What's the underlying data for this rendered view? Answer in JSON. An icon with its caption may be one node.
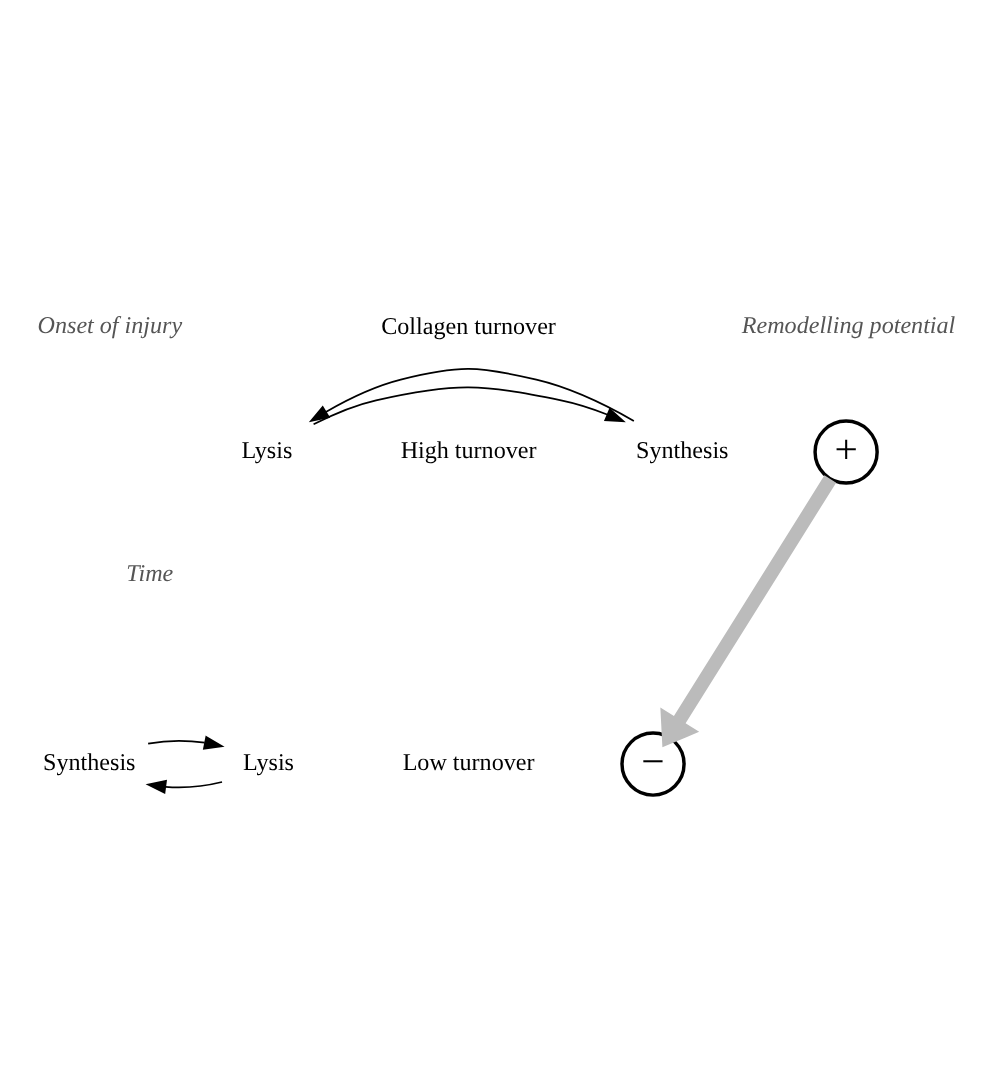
{
  "diagram": {
    "nodes": [
      {
        "text": [
          "Lysis"
        ]
      },
      {
        "text": [
          "Synthesis"
        ]
      },
      {
        "text": [
          "Lysis"
        ]
      },
      {
        "text": [
          "Synthesis"
        ]
      },
      {
        "text": [
          "+"
        ]
      },
      {
        "text": [
          "−"
        ]
      }
    ],
    "edges": [
      {
        "from": 0,
        "to": 1,
        "arrow": "to"
      },
      {
        "from": 1,
        "to": 0,
        "arrow": "to"
      },
      {
        "from": 2,
        "to": 3,
        "arrow": "to"
      },
      {
        "from": 3,
        "to": 2,
        "arrow": "to"
      },
      {
        "from": 4,
        "to": 5,
        "arrow": "to",
        "style": "thick",
        "color": "#bbbbbb"
      }
    ],
    "labels": [
      "Onset of injury",
      "Collagen turnover",
      "Remodelling potential",
      "High turnover",
      "Time",
      "Low turnover"
    ]
  }
}
